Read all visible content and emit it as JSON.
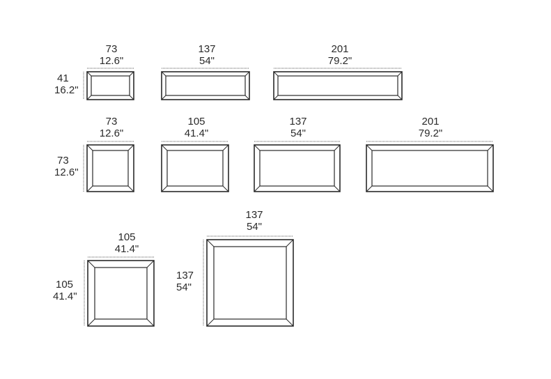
{
  "items": [
    {
      "id": "row1-a",
      "width": {
        "cm": "73",
        "in": "12.6\""
      },
      "height": {
        "cm": "41",
        "in": "16.2\""
      }
    },
    {
      "id": "row1-b",
      "width": {
        "cm": "137",
        "in": "54\""
      }
    },
    {
      "id": "row1-c",
      "width": {
        "cm": "201",
        "in": "79.2\""
      }
    },
    {
      "id": "row2-a",
      "width": {
        "cm": "73",
        "in": "12.6\""
      },
      "height": {
        "cm": "73",
        "in": "12.6\""
      }
    },
    {
      "id": "row2-b",
      "width": {
        "cm": "105",
        "in": "41.4\""
      }
    },
    {
      "id": "row2-c",
      "width": {
        "cm": "137",
        "in": "54\""
      }
    },
    {
      "id": "row2-d",
      "width": {
        "cm": "201",
        "in": "79.2\""
      }
    },
    {
      "id": "row3-a",
      "width": {
        "cm": "105",
        "in": "41.4\""
      },
      "height": {
        "cm": "105",
        "in": "41.4\""
      }
    },
    {
      "id": "row3-b",
      "width": {
        "cm": "137",
        "in": "54\""
      },
      "height": {
        "cm": "137",
        "in": "54\""
      }
    }
  ]
}
